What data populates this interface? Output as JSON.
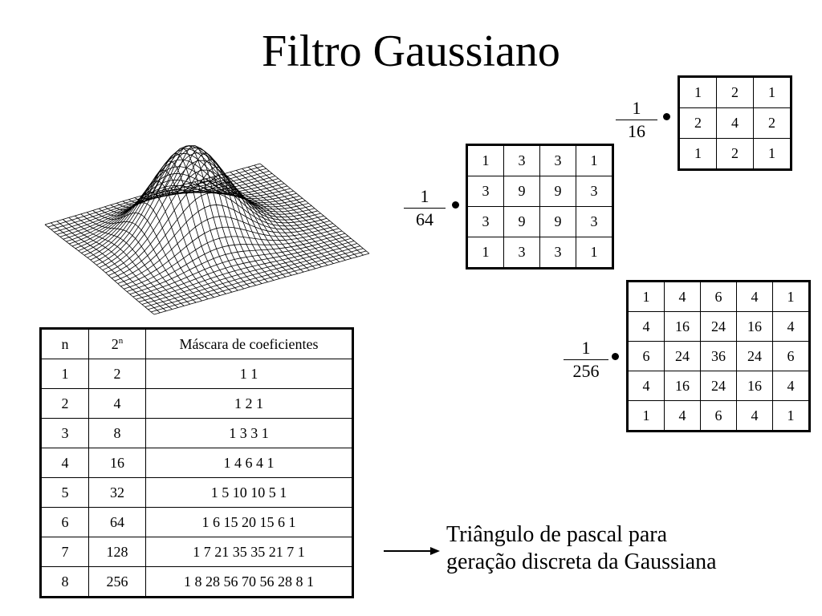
{
  "title": "Filtro Gaussiano",
  "mask3": {
    "numerator": "1",
    "denominator": "16",
    "rows": [
      [
        "1",
        "2",
        "1"
      ],
      [
        "2",
        "4",
        "2"
      ],
      [
        "1",
        "2",
        "1"
      ]
    ]
  },
  "mask4": {
    "numerator": "1",
    "denominator": "64",
    "rows": [
      [
        "1",
        "3",
        "3",
        "1"
      ],
      [
        "3",
        "9",
        "9",
        "3"
      ],
      [
        "3",
        "9",
        "9",
        "3"
      ],
      [
        "1",
        "3",
        "3",
        "1"
      ]
    ]
  },
  "mask5": {
    "numerator": "1",
    "denominator": "256",
    "rows": [
      [
        "1",
        "4",
        "6",
        "4",
        "1"
      ],
      [
        "4",
        "16",
        "24",
        "16",
        "4"
      ],
      [
        "6",
        "24",
        "36",
        "24",
        "6"
      ],
      [
        "4",
        "16",
        "24",
        "16",
        "4"
      ],
      [
        "1",
        "4",
        "6",
        "4",
        "1"
      ]
    ]
  },
  "pascal_table": {
    "headers": {
      "n": "n",
      "pow_base": "2",
      "pow_exp": "n",
      "mask": "Máscara de coeficientes"
    },
    "rows": [
      [
        "1",
        "2",
        "1 1"
      ],
      [
        "2",
        "4",
        "1 2 1"
      ],
      [
        "3",
        "8",
        "1 3 3 1"
      ],
      [
        "4",
        "16",
        "1 4 6 4 1"
      ],
      [
        "5",
        "32",
        "1 5 10 10 5 1"
      ],
      [
        "6",
        "64",
        "1 6 15 20 15 6 1"
      ],
      [
        "7",
        "128",
        "1 7 21 35 35 21 7 1"
      ],
      [
        "8",
        "256",
        "1 8 28 56 70 56 28 8 1"
      ]
    ]
  },
  "caption": {
    "line1": "Triângulo de pascal para",
    "line2": "geração discreta da Gaussiana"
  }
}
